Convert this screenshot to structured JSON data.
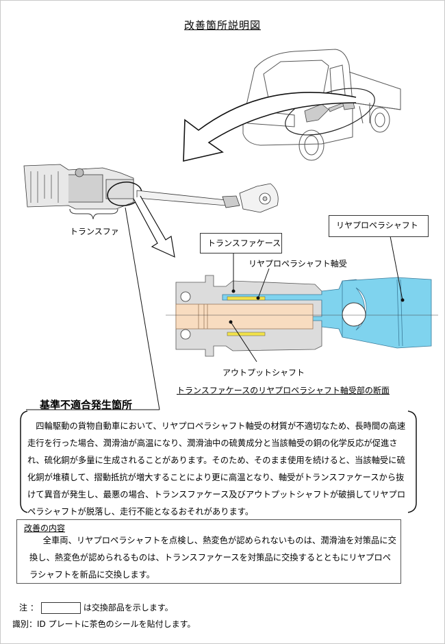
{
  "title": "改善箇所説明図",
  "diagram": {
    "transfer_label": "トランスファ",
    "rear_propeller_shaft_label": "リヤプロペラシャフト",
    "transfer_case_label": "トランスファケース",
    "bearing_label": "リヤプロペラシャフト軸受",
    "output_shaft_label": "アウトプットシャフト",
    "caption": "トランスファケースのリヤプロペラシャフト軸受部の断面",
    "colors": {
      "propeller_shaft": "#7fd3ee",
      "output_shaft": "#f8dcc0",
      "bearing": "#f2e24a",
      "case": "#d9d9d9"
    }
  },
  "defect": {
    "heading": "基準不適合発生箇所",
    "text": "四輪駆動の貨物自動車において、リヤプロペラシャフト軸受の材質が不適切なため、長時間の高速走行を行った場合、潤滑油が高温になり、潤滑油中の硫黄成分と当該軸受の銅の化学反応が促進され、硫化銅が多量に生成されることがあります。そのため、そのまま使用を続けると、当該軸受に硫化銅が堆積して、摺動抵抗が増大することにより更に高温となり、軸受がトランスファケースから抜けて異音が発生し、最悪の場合、トランスファケース及びアウトプットシャフトが破損してリヤプロペラシャフトが脱落し、走行不能となるおそれがあります。"
  },
  "fix": {
    "heading": "改善の内容",
    "text": "全車両、リヤプロペラシャフトを点検し、熱変色が認められないものは、潤滑油を対策品に交換し、熱変色が認められるものは、トランスファケースを対策品に交換するとともにリヤプロペラシャフトを新品に交換します。"
  },
  "notes": {
    "note_prefix": "注 ：",
    "note_suffix": "は交換部品を示します。",
    "identification": "識別：ID プレートに茶色のシールを貼付します。"
  }
}
